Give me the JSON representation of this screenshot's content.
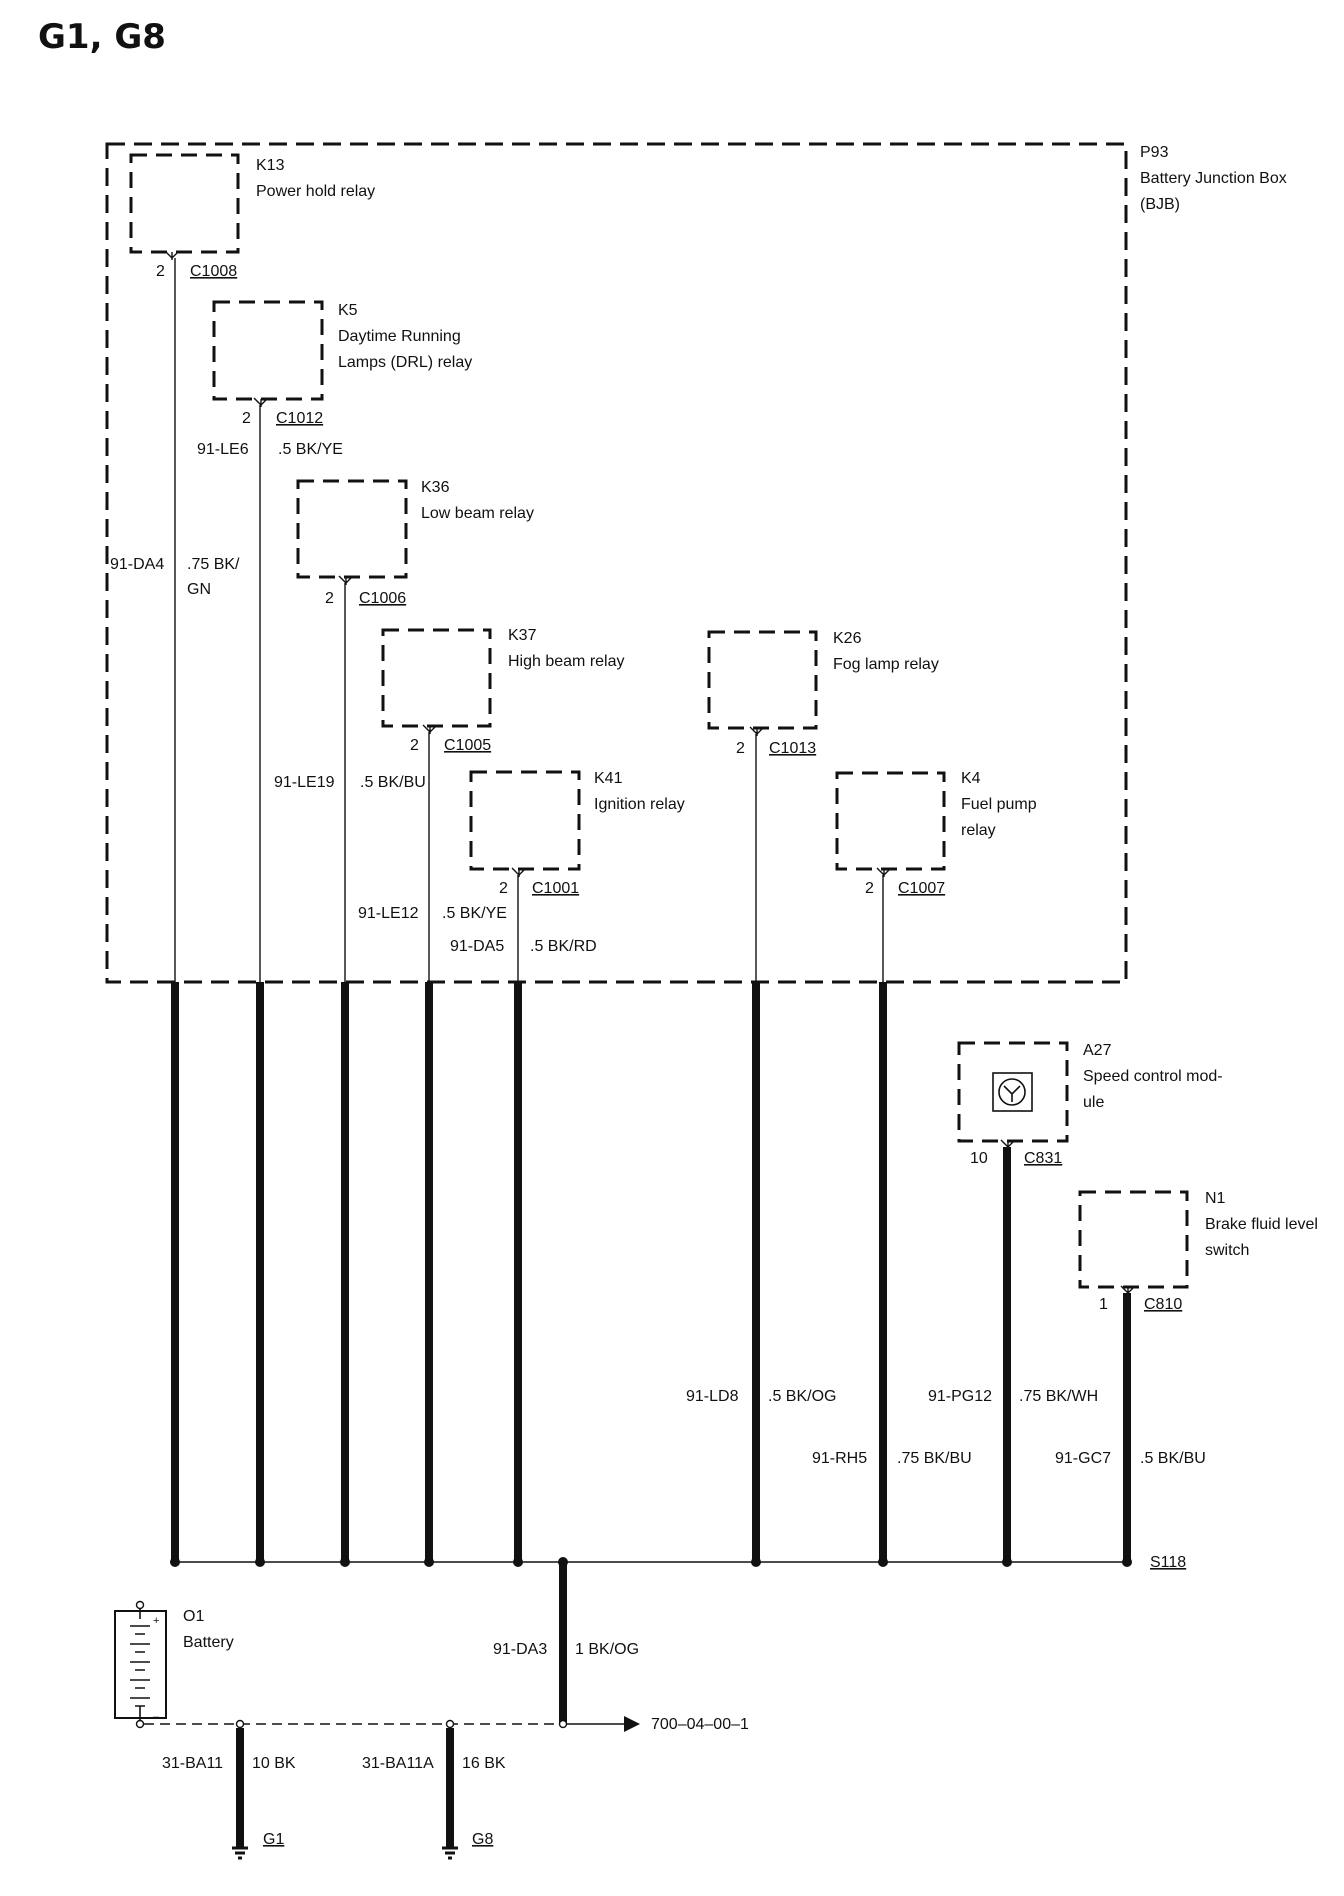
{
  "title": "G1, G8",
  "bjb": {
    "id": "P93",
    "name_line1": "Battery Junction Box",
    "name_line2": "(BJB)"
  },
  "relays": [
    {
      "id": "K13",
      "l1": "Power hold relay",
      "l2": "",
      "pin": "2",
      "conn": "C1008",
      "wire": "91-DA4",
      "spec": ".75 BK/",
      "spec2": "GN"
    },
    {
      "id": "K5",
      "l1": "Daytime Running",
      "l2": "Lamps (DRL) relay",
      "pin": "2",
      "conn": "C1012",
      "wire": "91-LE6",
      "spec": ".5 BK/YE",
      "spec2": ""
    },
    {
      "id": "K36",
      "l1": "Low beam relay",
      "l2": "",
      "pin": "2",
      "conn": "C1006",
      "wire": "91-LE19",
      "spec": ".5 BK/BU",
      "spec2": ""
    },
    {
      "id": "K37",
      "l1": "High beam relay",
      "l2": "",
      "pin": "2",
      "conn": "C1005",
      "wire": "91-LE12",
      "spec": ".5 BK/YE",
      "spec2": ""
    },
    {
      "id": "K41",
      "l1": "Ignition relay",
      "l2": "",
      "pin": "2",
      "conn": "C1001",
      "wire": "91-DA5",
      "spec": ".5 BK/RD",
      "spec2": ""
    },
    {
      "id": "K26",
      "l1": "Fog lamp relay",
      "l2": "",
      "pin": "2",
      "conn": "C1013",
      "wire": "91-LD8",
      "spec": ".5 BK/OG",
      "spec2": ""
    },
    {
      "id": "K4",
      "l1": "Fuel pump",
      "l2": "relay",
      "pin": "2",
      "conn": "C1007",
      "wire": "91-RH5",
      "spec": ".75 BK/BU",
      "spec2": ""
    }
  ],
  "modules": [
    {
      "id": "A27",
      "l1": "Speed control mod-",
      "l2": "ule",
      "pin": "10",
      "conn": "C831",
      "wire": "91-PG12",
      "spec": ".75 BK/WH",
      "icon": "speed-control-icon"
    },
    {
      "id": "N1",
      "l1": "Brake fluid level",
      "l2": "switch",
      "pin": "1",
      "conn": "C810",
      "wire": "91-GC7",
      "spec": ".5 BK/BU"
    }
  ],
  "splice": "S118",
  "battery": {
    "id": "O1",
    "name": "Battery",
    "plus": "+",
    "minus": "–"
  },
  "main_wire": {
    "wire": "91-DA3",
    "spec": "1 BK/OG"
  },
  "ref": "700–04–00–1",
  "grounds": [
    {
      "wire": "31-BA11",
      "spec": "10 BK",
      "name": "G1"
    },
    {
      "wire": "31-BA11A",
      "spec": "16 BK",
      "name": "G8"
    }
  ]
}
